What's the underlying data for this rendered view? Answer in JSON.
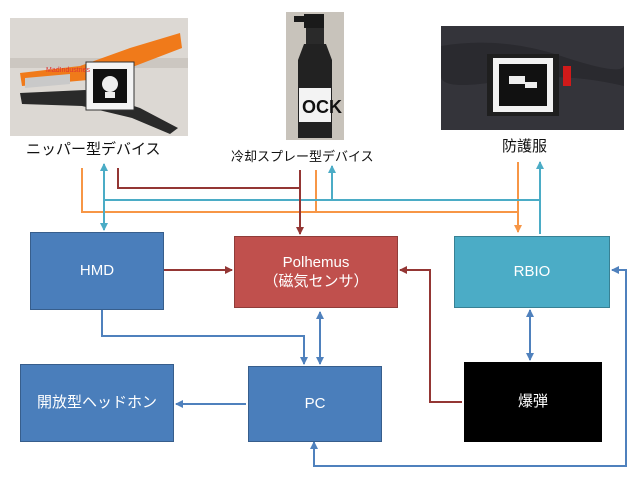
{
  "images": {
    "nipper": {
      "marker_brand": "MadIndustries"
    },
    "spray": {
      "label_text": "OCK"
    },
    "suit": {}
  },
  "captions": {
    "nipper": "ニッパー型デバイス",
    "spray": "冷却スプレー型デバイス",
    "suit": "防護服"
  },
  "nodes": {
    "hmd": {
      "label": "HMD",
      "color": "#4a7ebb"
    },
    "polhemus": {
      "line1": "Polhemus",
      "line2": "（磁気センサ）",
      "color": "#c0504d"
    },
    "rbio": {
      "label": "RBIO",
      "color": "#4bacc6"
    },
    "pc": {
      "label": "PC",
      "color": "#4a7ebb"
    },
    "headphone": {
      "label": "開放型ヘッドホン",
      "color": "#4a7ebb"
    },
    "bomb": {
      "label": "爆弾",
      "color": "#000000"
    }
  },
  "colors": {
    "blue_arrow": "#4f81bd",
    "red_arrow": "#943634",
    "orange_arrow": "#f79646",
    "cyan_arrow": "#4bacc6"
  }
}
